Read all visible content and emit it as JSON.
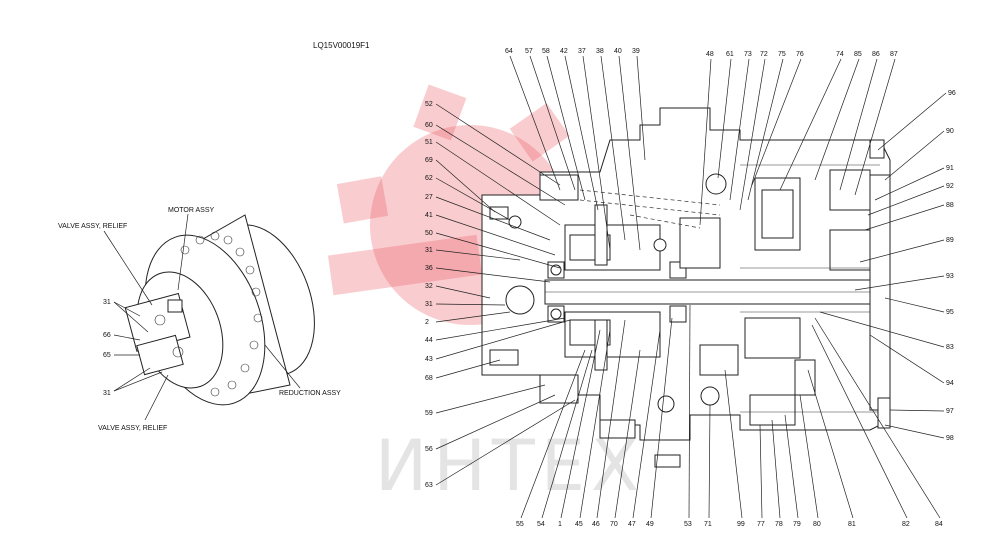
{
  "reference_code": "LQ15V00019F1",
  "watermark": {
    "text": "ИНТЕХ",
    "logo_color": "#e84c55",
    "logo_icon": "gear-logo"
  },
  "assembly_labels": {
    "motor": "MOTOR ASSY",
    "valve_relief_top": "VALVE ASSY, RELIEF",
    "valve_relief_bottom": "VALVE ASSY, RELIEF",
    "reduction": "REDUCTION ASSY"
  },
  "left_callouts": [
    "31",
    "66",
    "65",
    "31"
  ],
  "top_callouts": [
    "64",
    "57",
    "58",
    "42",
    "37",
    "38",
    "40",
    "39",
    "48",
    "61",
    "73",
    "72",
    "75",
    "76",
    "74",
    "85",
    "86",
    "87"
  ],
  "side_left_callouts": [
    "52",
    "60",
    "51",
    "69",
    "62",
    "27",
    "41",
    "50",
    "31",
    "36",
    "32",
    "31",
    "2",
    "44",
    "43",
    "68",
    "59",
    "56",
    "63"
  ],
  "side_right_callouts": [
    "96",
    "90",
    "91",
    "92",
    "88",
    "89",
    "93",
    "95",
    "83",
    "94",
    "97",
    "98"
  ],
  "bottom_callouts": [
    "55",
    "54",
    "1",
    "45",
    "46",
    "70",
    "47",
    "49",
    "53",
    "71",
    "99",
    "77",
    "78",
    "79",
    "80",
    "81",
    "82",
    "84"
  ]
}
